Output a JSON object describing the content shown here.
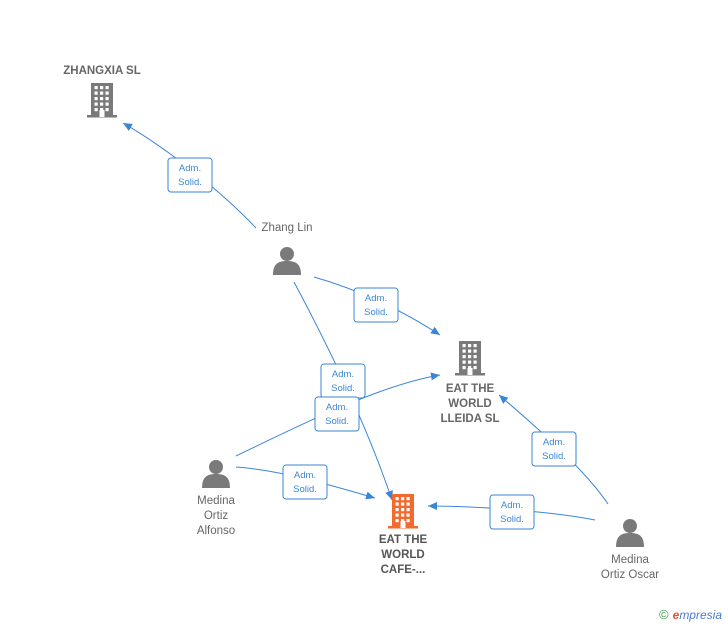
{
  "colors": {
    "company": "#7a7a7a",
    "company_focus": "#f26a2e",
    "person": "#7a7a7a",
    "edge": "#3a86d6",
    "text": "#666666"
  },
  "nodes": [
    {
      "id": "zhangxia",
      "type": "company",
      "lines": [
        "ZHANGXIA  SL"
      ],
      "focus": false
    },
    {
      "id": "zhanglin",
      "type": "person",
      "lines": [
        "Zhang Lin"
      ],
      "focus": false
    },
    {
      "id": "lleida",
      "type": "company",
      "lines": [
        "EAT THE",
        "WORLD",
        "LLEIDA  SL"
      ],
      "focus": false
    },
    {
      "id": "cafe",
      "type": "company",
      "lines": [
        "EAT THE",
        "WORLD",
        "CAFE-..."
      ],
      "focus": true
    },
    {
      "id": "alfonso",
      "type": "person",
      "lines": [
        "Medina",
        "Ortiz",
        "Alfonso"
      ],
      "focus": false
    },
    {
      "id": "oscar",
      "type": "person",
      "lines": [
        "Medina",
        "Ortiz Oscar"
      ],
      "focus": false
    }
  ],
  "edges": [
    {
      "id": "e1",
      "from": "zhanglin",
      "to": "zhangxia",
      "lines": [
        "Adm.",
        "Solid."
      ]
    },
    {
      "id": "e2",
      "from": "zhanglin",
      "to": "lleida",
      "lines": [
        "Adm.",
        "Solid."
      ]
    },
    {
      "id": "e3",
      "from": "zhanglin",
      "to": "cafe",
      "lines": [
        "Adm.",
        "Solid."
      ]
    },
    {
      "id": "e4",
      "from": "alfonso",
      "to": "lleida",
      "lines": [
        "Adm.",
        "Solid."
      ]
    },
    {
      "id": "e5",
      "from": "alfonso",
      "to": "cafe",
      "lines": [
        "Adm.",
        "Solid."
      ]
    },
    {
      "id": "e6",
      "from": "oscar",
      "to": "lleida",
      "lines": [
        "Adm.",
        "Solid."
      ]
    },
    {
      "id": "e7",
      "from": "oscar",
      "to": "cafe",
      "lines": [
        "Adm.",
        "Solid."
      ]
    }
  ],
  "brand": {
    "copyright": "©",
    "initial": "e",
    "rest": "mpresia"
  }
}
